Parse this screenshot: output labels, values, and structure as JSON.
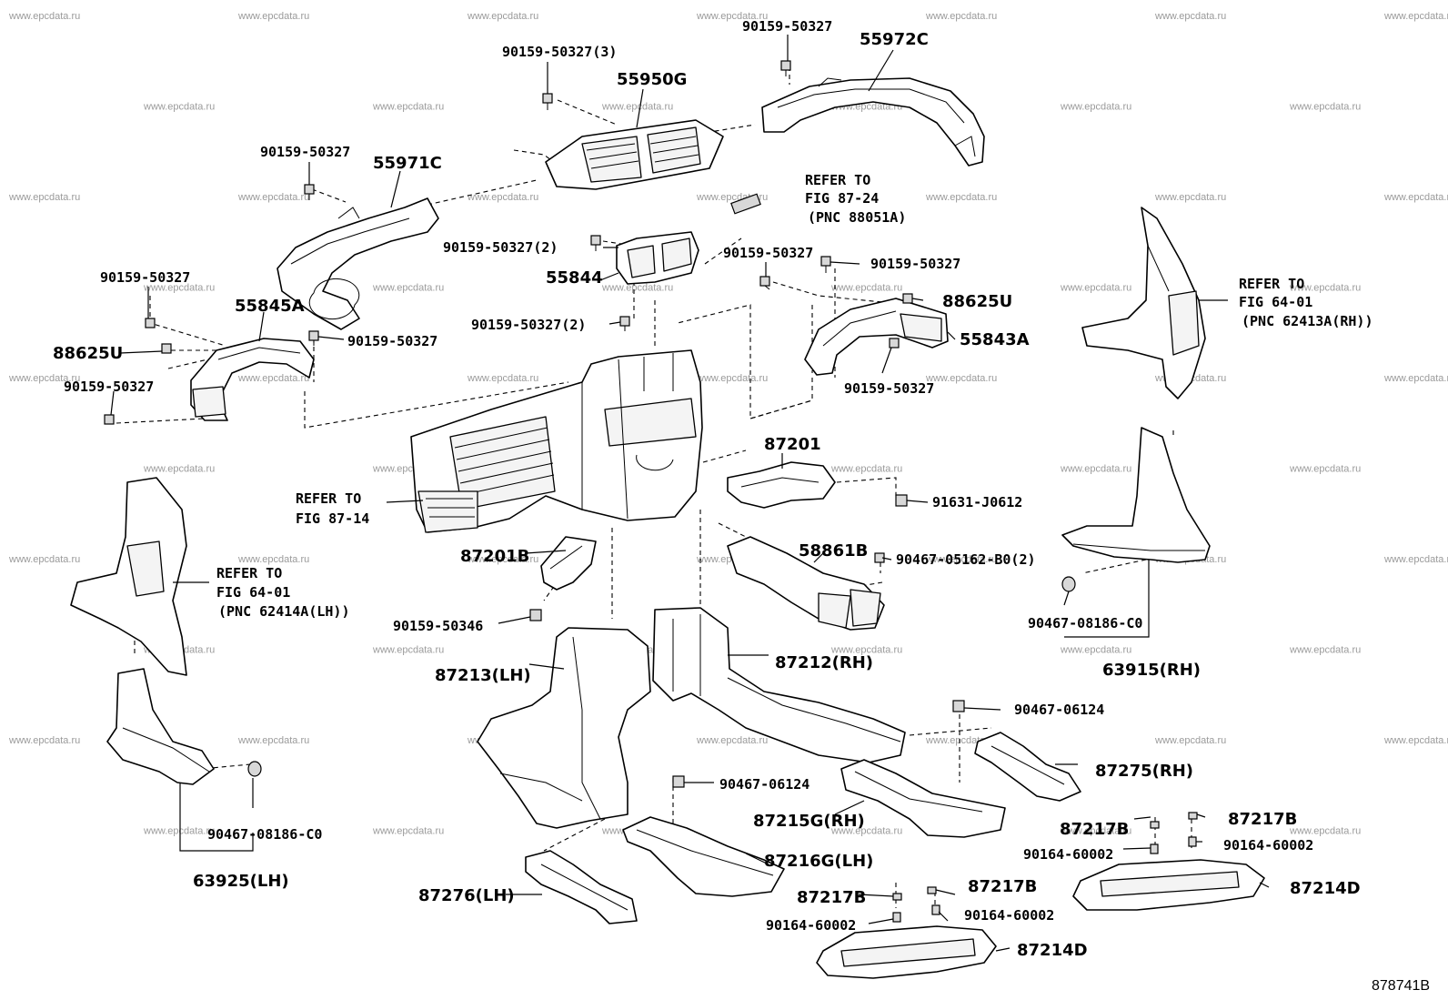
{
  "watermark": "www.epcdata.ru",
  "diagram_code": "878741B",
  "labels": {
    "l01": "90159-50327(3)",
    "l02": "90159-50327",
    "l03": "55972C",
    "l04": "55950G",
    "l05": "90159-50327",
    "l06": "55971C",
    "l07": "REFER TO",
    "l08": "FIG 87-24",
    "l09": "(PNC 88051A)",
    "l10": "90159-50327(2)",
    "l11": "90159-50327",
    "l12": "55844",
    "l13": "90159-50327",
    "l14": "90159-50327",
    "l15": "55845A",
    "l16": "88625U",
    "l17": "90159-50327(2)",
    "l18": "88625U",
    "l19": "90159-50327",
    "l20": "55843A",
    "l21": "90159-50327",
    "l22": "90159-50327",
    "l23": "REFER TO",
    "l24": "FIG 64-01",
    "l25": "(PNC 62413A(RH))",
    "l26": "87201",
    "l27": "REFER TO",
    "l28": "FIG 87-14",
    "l29": "91631-J0612",
    "l30": "87201B",
    "l31": "58861B",
    "l32": "90467-05162-B0(2)",
    "l33": "REFER TO",
    "l34": "FIG 64-01",
    "l35": "(PNC 62414A(LH))",
    "l36": "90467-08186-C0",
    "l37": "90159-50346",
    "l38": "63915(RH)",
    "l39": "87213(LH)",
    "l40": "87212(RH)",
    "l41": "90467-06124",
    "l42": "87275(RH)",
    "l43": "90467-06124",
    "l44": "87215G(RH)",
    "l45": "87217B",
    "l46": "87217B",
    "l47": "90467-08186-C0",
    "l48": "90164-60002",
    "l49": "90164-60002",
    "l50": "87216G(LH)",
    "l51": "63925(LH)",
    "l52": "87276(LH)",
    "l53": "87217B",
    "l54": "87217B",
    "l55": "87214D",
    "l56": "90164-60002",
    "l57": "90164-60002",
    "l58": "87214D"
  }
}
